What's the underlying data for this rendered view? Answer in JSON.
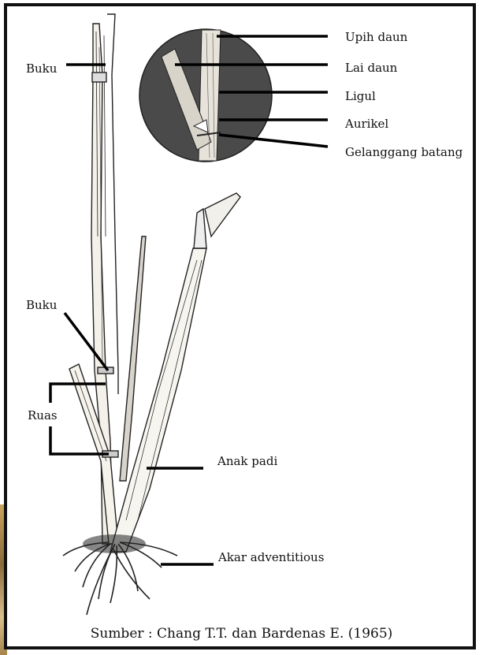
{
  "labels": {
    "upih_daun": "Upih daun",
    "lai_daun": "Lai daun",
    "ligul": "Ligul",
    "aurikel": "Aurikel",
    "gelanggang_batang": "Gelanggang batang",
    "buku_top": "Buku",
    "buku_mid": "Buku",
    "ruas": "Ruas",
    "anak_padi": "Anak padi",
    "akar_adventitious": "Akar adventitious"
  },
  "source": "Sumber : Chang T.T. dan Bardenas E. (1965)",
  "colors": {
    "ink": "#111111",
    "inset_circle": "#4a4a4a",
    "frame": "#111111"
  }
}
